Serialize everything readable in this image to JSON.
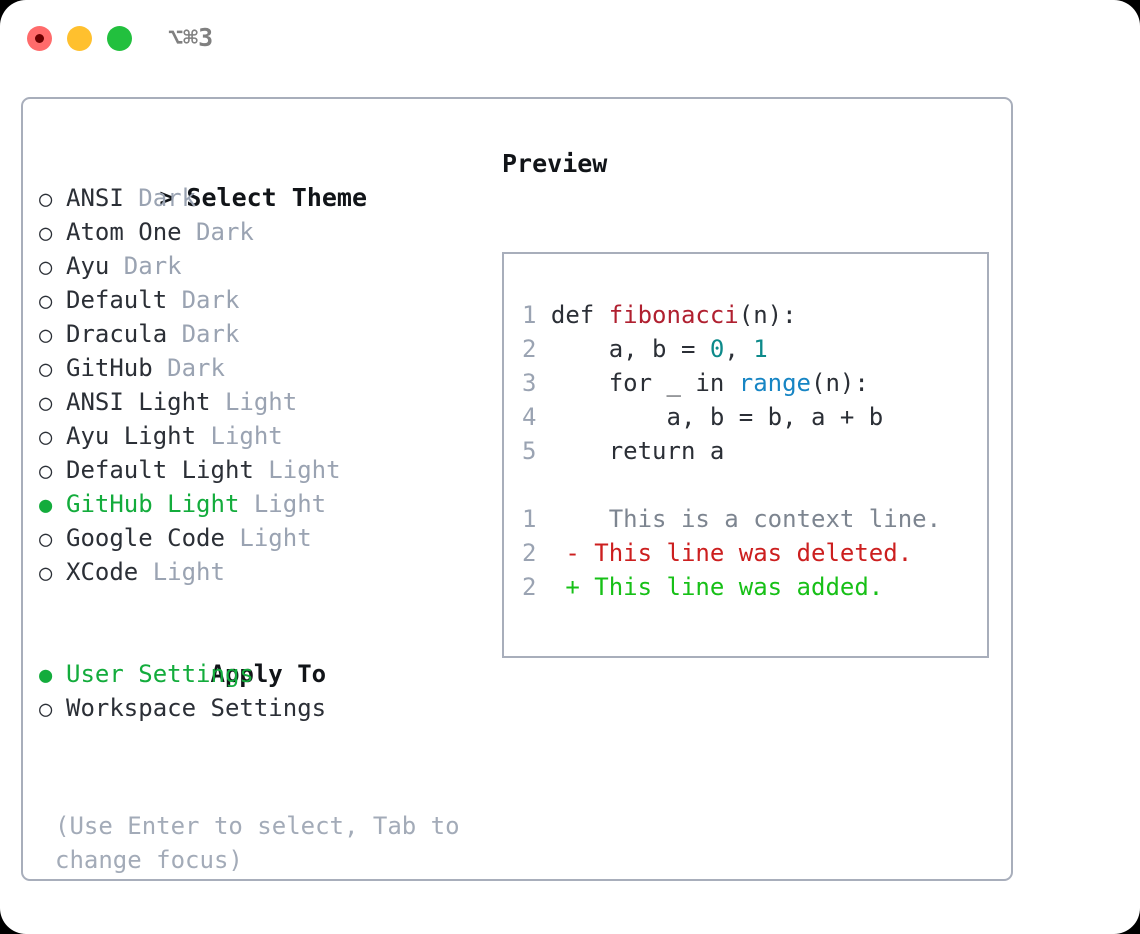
{
  "window": {
    "traffic_lights": [
      "close",
      "minimize",
      "maximize"
    ],
    "shortcut": "⌥⌘3",
    "colors": {
      "close": "#ff6b6b",
      "close_center": "#6b0000",
      "minimize": "#ffc02e",
      "maximize": "#22c03e",
      "border": "#a8aebb",
      "accent_green": "#13ac3c",
      "muted": "#9aa3b2"
    }
  },
  "theme_picker": {
    "header_prefix": ">",
    "header": "Select Theme",
    "bullet_unselected": "○",
    "bullet_selected": "●",
    "items": [
      {
        "bullet": "○",
        "label": "ANSI",
        "tag": "Dark",
        "selected": false
      },
      {
        "bullet": "○",
        "label": "Atom One",
        "tag": "Dark",
        "selected": false
      },
      {
        "bullet": "○",
        "label": "Ayu",
        "tag": "Dark",
        "selected": false
      },
      {
        "bullet": "○",
        "label": "Default",
        "tag": "Dark",
        "selected": false
      },
      {
        "bullet": "○",
        "label": "Dracula",
        "tag": "Dark",
        "selected": false
      },
      {
        "bullet": "○",
        "label": "GitHub",
        "tag": "Dark",
        "selected": false
      },
      {
        "bullet": "○",
        "label": "ANSI Light",
        "tag": "Light",
        "selected": false
      },
      {
        "bullet": "○",
        "label": "Ayu Light",
        "tag": "Light",
        "selected": false
      },
      {
        "bullet": "○",
        "label": "Default Light",
        "tag": "Light",
        "selected": false
      },
      {
        "bullet": "●",
        "label": "GitHub Light",
        "tag": "Light",
        "selected": true
      },
      {
        "bullet": "○",
        "label": "Google Code",
        "tag": "Light",
        "selected": false
      },
      {
        "bullet": "○",
        "label": "XCode",
        "tag": "Light",
        "selected": false
      }
    ]
  },
  "apply_to": {
    "title": "Apply To",
    "items": [
      {
        "bullet": "●",
        "label": "User Settings",
        "selected": true
      },
      {
        "bullet": "○",
        "label": "Workspace Settings",
        "selected": false
      }
    ]
  },
  "hint": "(Use Enter to select, Tab to change focus)",
  "preview": {
    "title": "Preview",
    "code_lines": [
      {
        "num": "1",
        "tokens": [
          {
            "t": "def ",
            "c": "plain"
          },
          {
            "t": "fibonacci",
            "c": "fn"
          },
          {
            "t": "(n):",
            "c": "plain"
          }
        ]
      },
      {
        "num": "2",
        "tokens": [
          {
            "t": "    a, b = ",
            "c": "plain"
          },
          {
            "t": "0",
            "c": "num"
          },
          {
            "t": ", ",
            "c": "plain"
          },
          {
            "t": "1",
            "c": "num"
          }
        ]
      },
      {
        "num": "3",
        "tokens": [
          {
            "t": "    for _ in ",
            "c": "plain"
          },
          {
            "t": "range",
            "c": "call"
          },
          {
            "t": "(n):",
            "c": "plain"
          }
        ]
      },
      {
        "num": "4",
        "tokens": [
          {
            "t": "        a, b = b, a + b",
            "c": "plain"
          }
        ]
      },
      {
        "num": "5",
        "tokens": [
          {
            "t": "    return a",
            "c": "plain"
          }
        ]
      }
    ],
    "diff_lines": [
      {
        "num": "1",
        "marker": " ",
        "text": "  This is a context line.",
        "kind": "ctx"
      },
      {
        "num": "2",
        "marker": "-",
        "text": " This line was deleted.",
        "kind": "del"
      },
      {
        "num": "2",
        "marker": "+",
        "text": " This line was added.",
        "kind": "add"
      }
    ]
  }
}
